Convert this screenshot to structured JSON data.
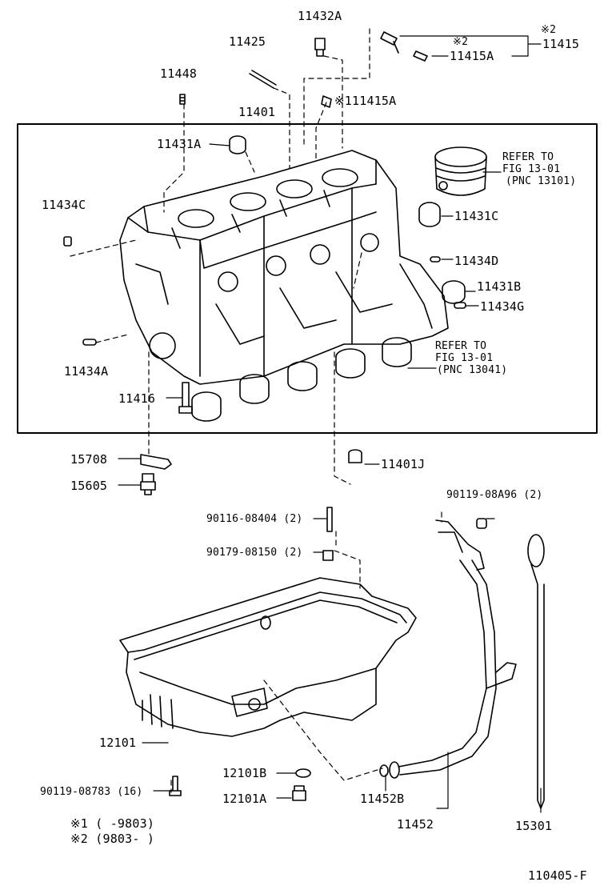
{
  "parts": {
    "p11432A": "11432A",
    "p11415_note": "※2",
    "p11415": "11415",
    "p11415A_note": "※2",
    "p11415A": "11415A",
    "p11425": "11425",
    "p11448": "11448",
    "p111415A": "※111415A",
    "p11401": "11401",
    "p11431A": "11431A",
    "p11434C": "11434C",
    "p11431C": "11431C",
    "p11434D": "11434D",
    "p11431B": "11431B",
    "p11434G": "11434G",
    "p11434A": "11434A",
    "p11416": "11416",
    "p15708": "15708",
    "p15605": "15605",
    "p11401J": "11401J",
    "p90119_08A96": "90119-08A96 (2)",
    "p90116_08404": "90116-08404 (2)",
    "p90179_08150": "90179-08150 (2)",
    "p12101": "12101",
    "p12101B": "12101B",
    "p12101A": "12101A",
    "p90119_08783": "90119-08783 (16)",
    "p11452B": "11452B",
    "p11452": "11452",
    "p15301": "15301"
  },
  "refs": {
    "piston": [
      "REFER TO",
      "FIG 13-01",
      "(PNC 13101)"
    ],
    "bearing": [
      "REFER TO",
      "FIG 13-01",
      "(PNC 13041)"
    ]
  },
  "notes": {
    "n1": "※1 (      -9803)",
    "n2": "※2 (9803-      )"
  },
  "figure_id": "110405-F"
}
